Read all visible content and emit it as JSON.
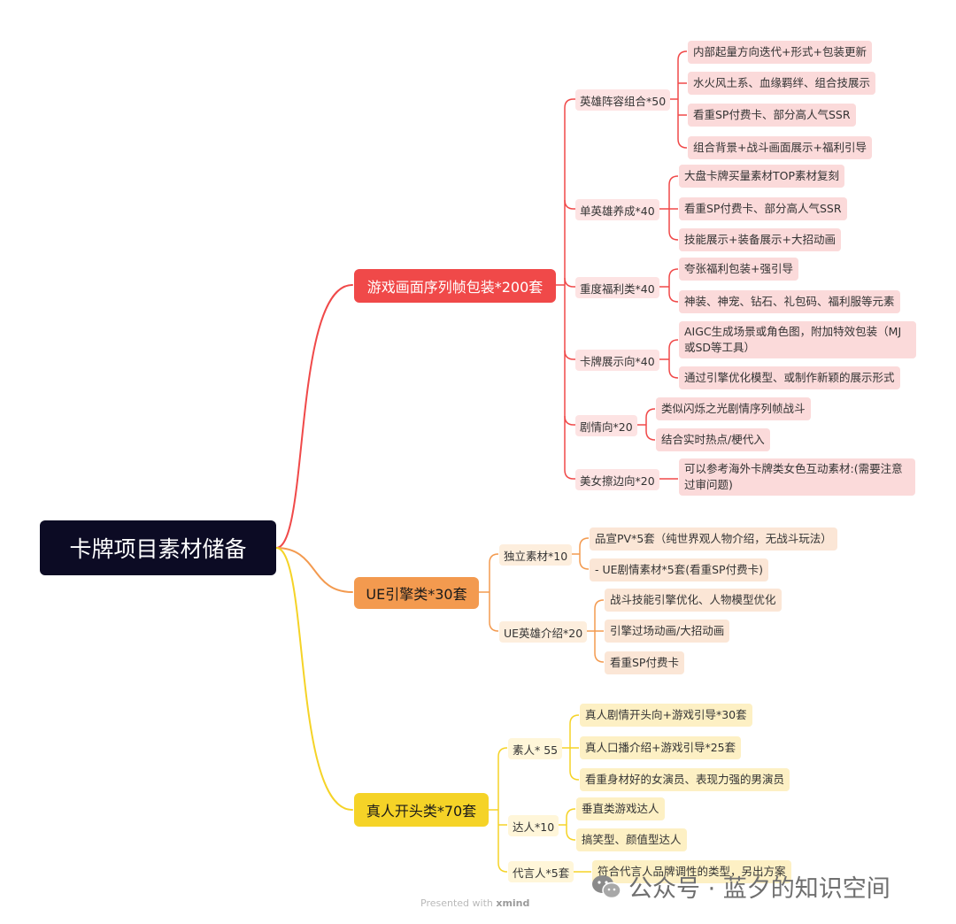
{
  "root": "卡牌项目素材储备",
  "branches": {
    "game": {
      "title": "游戏画面序列帧包装*200套",
      "subs": [
        {
          "label": "英雄阵容组合*50",
          "leaves": [
            "内部起量方向迭代+形式+包装更新",
            "水火风土系、血缘羁绊、组合技展示",
            "看重SP付费卡、部分高人气SSR",
            "组合背景+战斗画面展示+福利引导"
          ]
        },
        {
          "label": "单英雄养成*40",
          "leaves": [
            "大盘卡牌买量素材TOP素材复刻",
            "看重SP付费卡、部分高人气SSR",
            "技能展示+装备展示+大招动画"
          ]
        },
        {
          "label": "重度福利类*40",
          "leaves": [
            "夸张福利包装+强引导",
            "神装、神宠、钻石、礼包码、福利服等元素"
          ]
        },
        {
          "label": "卡牌展示向*40",
          "leaves": [
            "AIGC生成场景或角色图，附加特效包装（MJ或SD等工具）",
            "通过引擎优化模型、或制作新颖的展示形式"
          ]
        },
        {
          "label": "剧情向*20",
          "leaves": [
            "类似闪烁之光剧情序列帧战斗",
            "结合实时热点/梗代入"
          ]
        },
        {
          "label": "美女擦边向*20",
          "leaves": [
            "可以参考海外卡牌类女色互动素材:(需要注意过审问题)"
          ]
        }
      ]
    },
    "ue": {
      "title": "UE引擎类*30套",
      "subs": [
        {
          "label": "独立素材*10",
          "leaves": [
            "品宣PV*5套（纯世界观人物介绍，无战斗玩法）",
            "- UE剧情素材*5套(看重SP付费卡)"
          ]
        },
        {
          "label": "UE英雄介绍*20",
          "leaves": [
            "战斗技能引擎优化、人物模型优化",
            "引擎过场动画/大招动画",
            "看重SP付费卡"
          ]
        }
      ]
    },
    "real": {
      "title": "真人开头类*70套",
      "subs": [
        {
          "label": "素人* 55",
          "leaves": [
            "真人剧情开头向+游戏引导*30套",
            "真人口播介绍+游戏引导*25套",
            "看重身材好的女演员、表现力强的男演员"
          ]
        },
        {
          "label": "达人*10",
          "leaves": [
            "垂直类游戏达人",
            "搞笑型、颜值型达人"
          ]
        },
        {
          "label": "代言人*5套",
          "leaves": [
            "符合代言人品牌调性的类型，另出方案"
          ]
        }
      ]
    }
  },
  "watermark": "公众号 · 蓝夕的知识空间",
  "footer": {
    "prefix": "Presented with",
    "brand": "xmind"
  },
  "colors": {
    "red": "#f04949",
    "orange": "#f39a4f",
    "yellow": "#f5d327",
    "root_bg": "#0c0b24"
  }
}
